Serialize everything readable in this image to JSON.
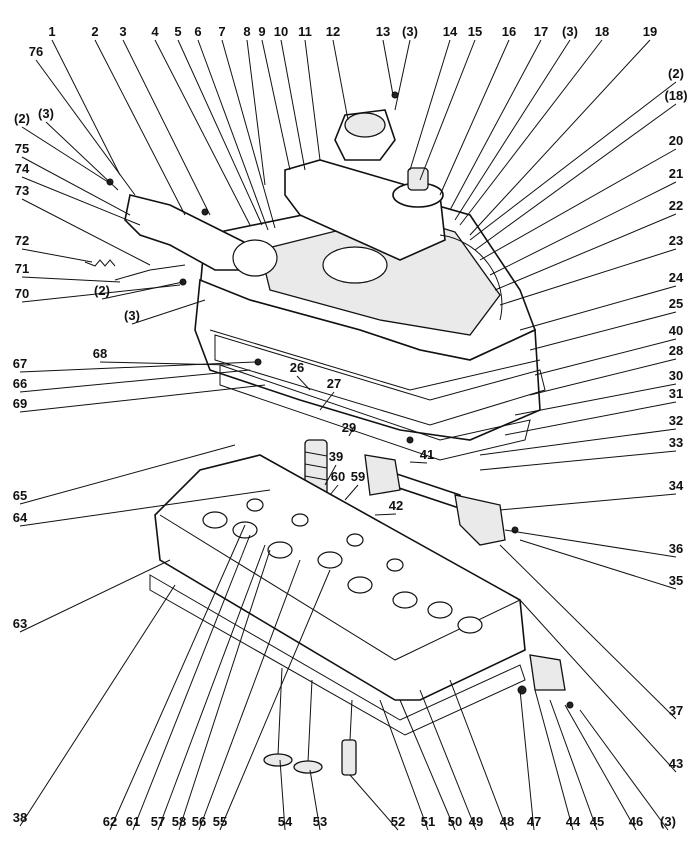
{
  "labels": [
    "1",
    "2",
    "3",
    "4",
    "5",
    "6",
    "7",
    "8",
    "9",
    "10",
    "11",
    "12",
    "13",
    "(3)",
    "14",
    "15",
    "16",
    "17",
    "(3)",
    "18",
    "19",
    "76",
    "(2)",
    "(3)",
    "75",
    "74",
    "73",
    "72",
    "71",
    "70",
    "(2)",
    "(3)",
    "68",
    "67",
    "66",
    "69",
    "65",
    "64",
    "63",
    "38",
    "(2)",
    "(18)",
    "20",
    "21",
    "22",
    "23",
    "24",
    "25",
    "40",
    "28",
    "30",
    "31",
    "32",
    "33",
    "34",
    "36",
    "35",
    "37",
    "43",
    "26",
    "27",
    "29",
    "41",
    "39",
    "60",
    "59",
    "42",
    "62",
    "61",
    "57",
    "58",
    "56",
    "55",
    "54",
    "53",
    "52",
    "51",
    "50",
    "49",
    "48",
    "47",
    "44",
    "45",
    "46",
    "(3)"
  ],
  "colors": {
    "ink": "#111111",
    "paper": "#ffffff",
    "shade": "#eaeaea"
  }
}
